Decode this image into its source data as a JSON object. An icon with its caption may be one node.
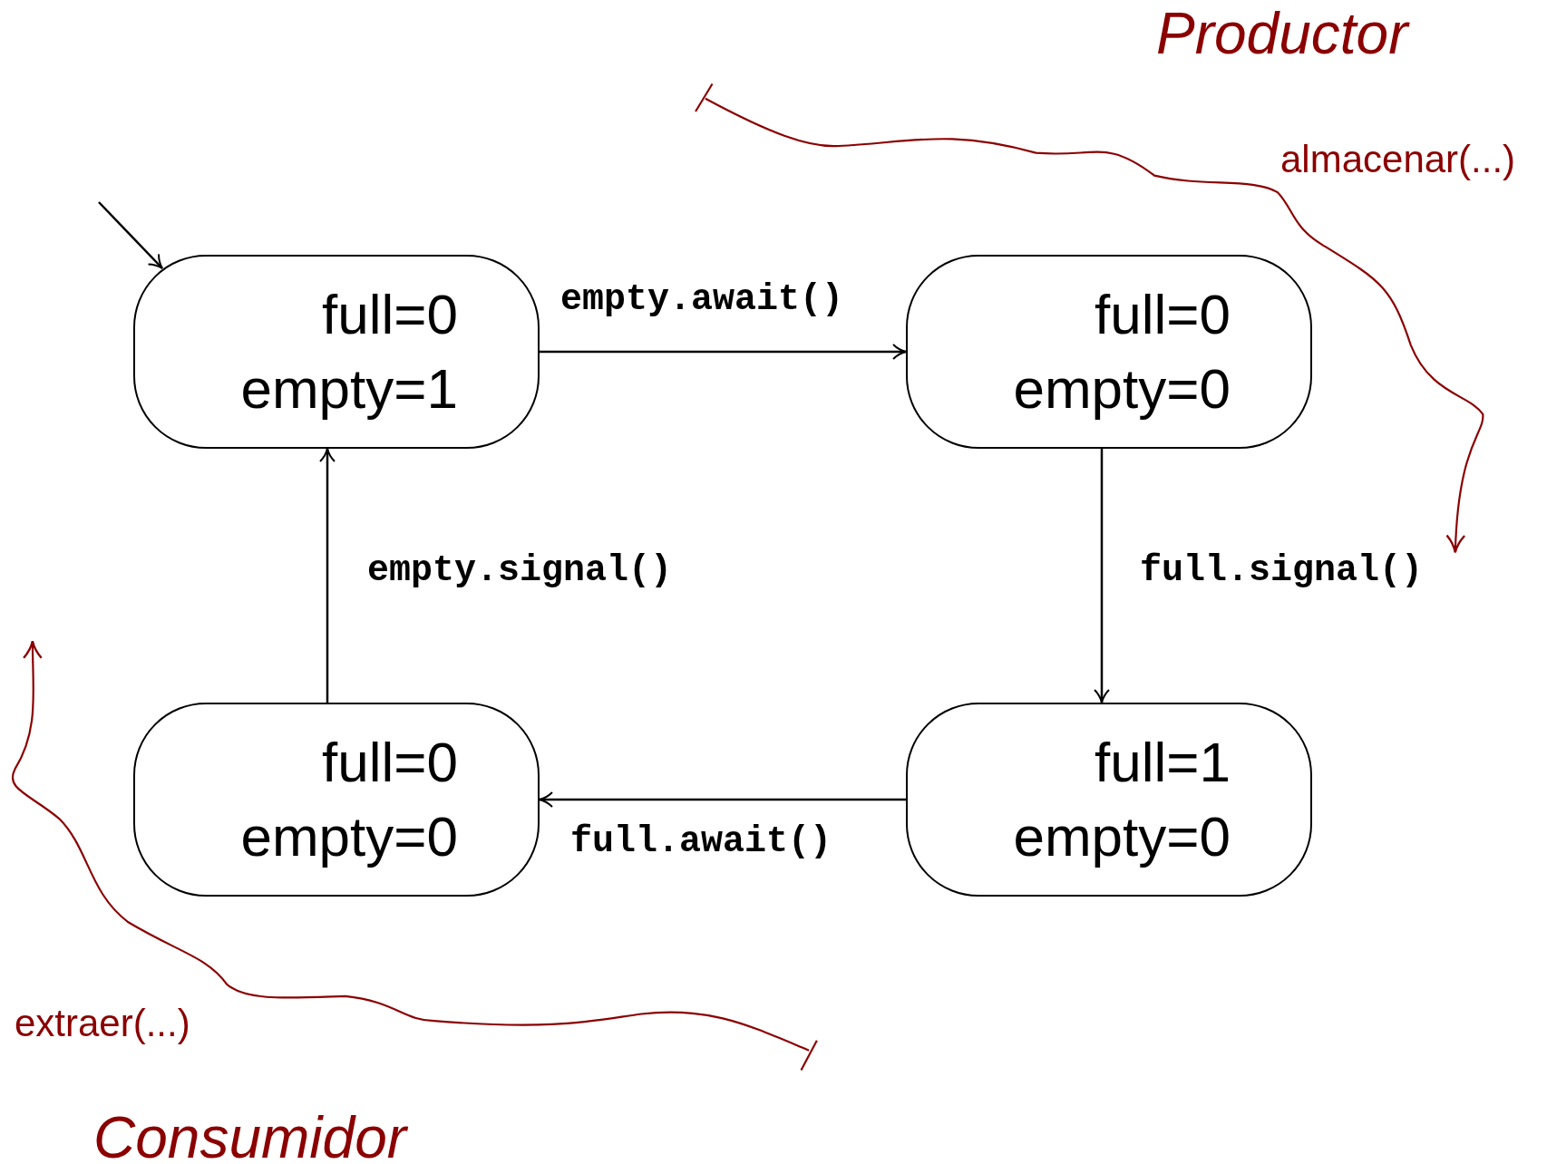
{
  "diagram": {
    "nodes": [
      {
        "text": [
          "full=0",
          "empty=1"
        ]
      },
      {
        "text": [
          "full=0",
          "empty=0"
        ]
      },
      {
        "text": [
          "full=0",
          "empty=0"
        ]
      },
      {
        "text": [
          "full=1",
          "empty=0"
        ]
      }
    ],
    "edges": [
      {
        "from": null,
        "to": 0,
        "arrow": "to"
      },
      {
        "from": 0,
        "to": 1,
        "arrow": "to",
        "label": "empty.await()"
      },
      {
        "from": 1,
        "to": 3,
        "arrow": "to",
        "label": "full.signal()"
      },
      {
        "from": 3,
        "to": 2,
        "arrow": "to",
        "label": "full.await()"
      },
      {
        "from": 2,
        "to": 0,
        "arrow": "to",
        "label": "empty.signal()"
      }
    ],
    "labels": [
      "Productor",
      "almacenar(...)",
      "extraer(...)",
      "Consumidor"
    ]
  }
}
